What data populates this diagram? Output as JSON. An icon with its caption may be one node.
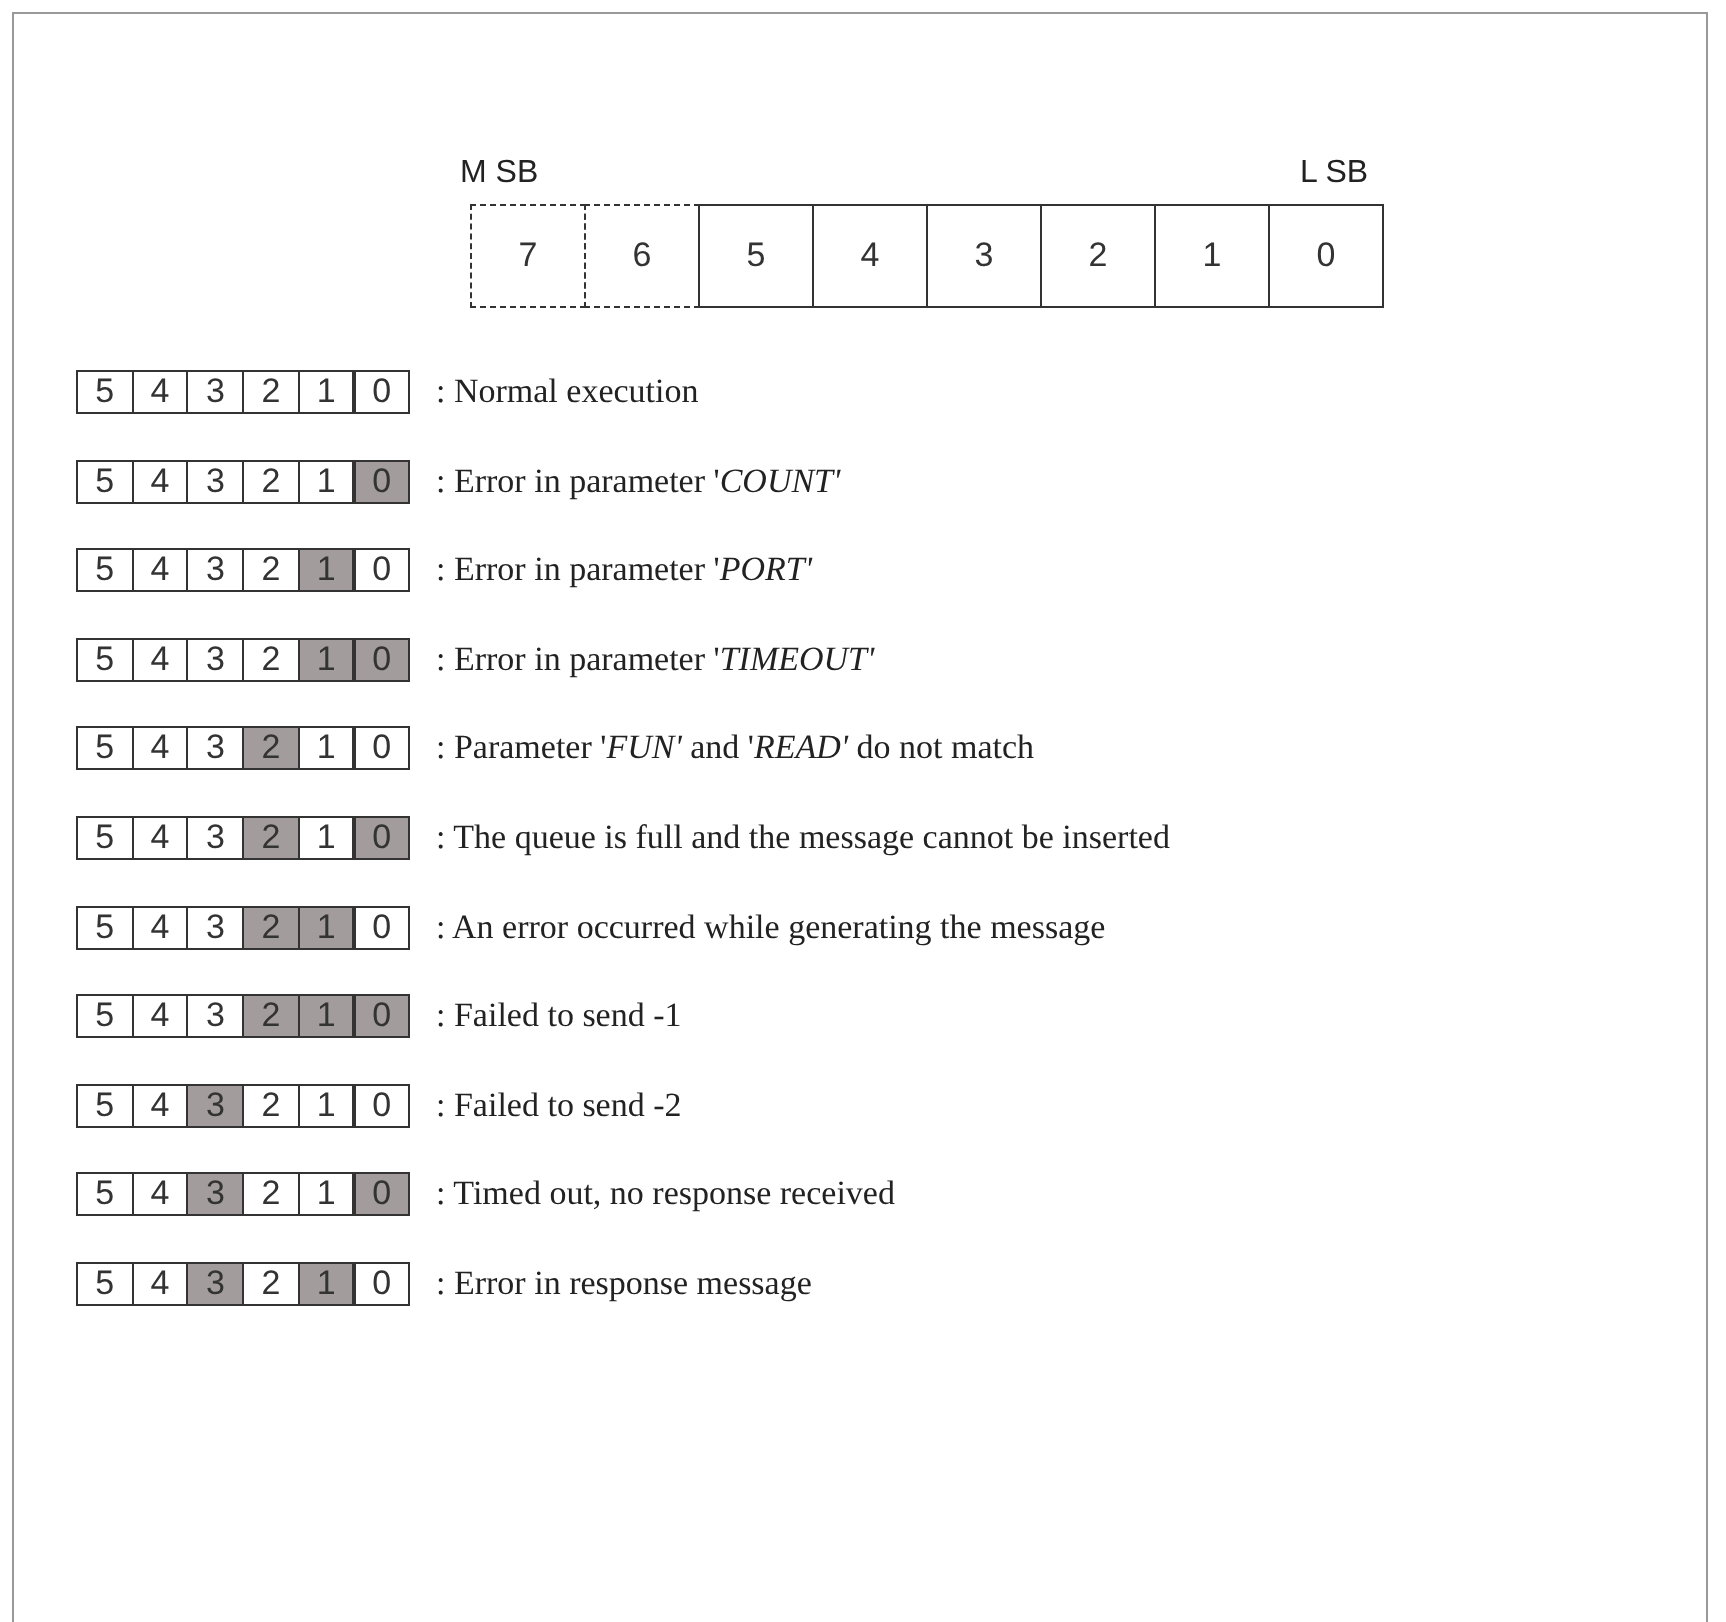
{
  "diagram": {
    "nodes": [
      {
        "text": [
          "7"
        ]
      },
      {
        "text": [
          "6"
        ]
      },
      {
        "text": [
          "5"
        ]
      },
      {
        "text": [
          "4"
        ]
      },
      {
        "text": [
          "3"
        ]
      },
      {
        "text": [
          "2"
        ]
      },
      {
        "text": [
          "1"
        ]
      },
      {
        "text": [
          "0"
        ]
      },
      {
        "text": [
          "5"
        ]
      },
      {
        "text": [
          "4"
        ]
      },
      {
        "text": [
          "3"
        ]
      },
      {
        "text": [
          "2"
        ]
      },
      {
        "text": [
          "1"
        ]
      },
      {
        "text": [
          "0"
        ]
      },
      {
        "text": [
          "5"
        ]
      },
      {
        "text": [
          "4"
        ]
      },
      {
        "text": [
          "3"
        ]
      },
      {
        "text": [
          "2"
        ]
      },
      {
        "text": [
          "1"
        ]
      },
      {
        "text": [
          "0"
        ]
      },
      {
        "text": [
          "5"
        ]
      },
      {
        "text": [
          "4"
        ]
      },
      {
        "text": [
          "3"
        ]
      },
      {
        "text": [
          "2"
        ]
      },
      {
        "text": [
          "1"
        ]
      },
      {
        "text": [
          "0"
        ]
      },
      {
        "text": [
          "5"
        ]
      },
      {
        "text": [
          "4"
        ]
      },
      {
        "text": [
          "3"
        ]
      },
      {
        "text": [
          "2"
        ]
      },
      {
        "text": [
          "1"
        ]
      },
      {
        "text": [
          "0"
        ]
      },
      {
        "text": [
          "5"
        ]
      },
      {
        "text": [
          "4"
        ]
      },
      {
        "text": [
          "3"
        ]
      },
      {
        "text": [
          "2"
        ]
      },
      {
        "text": [
          "1"
        ]
      },
      {
        "text": [
          "0"
        ]
      },
      {
        "text": [
          "5"
        ]
      },
      {
        "text": [
          "4"
        ]
      },
      {
        "text": [
          "3"
        ]
      },
      {
        "text": [
          "2"
        ]
      },
      {
        "text": [
          "1"
        ]
      },
      {
        "text": [
          "0"
        ]
      },
      {
        "text": [
          "5"
        ]
      },
      {
        "text": [
          "4"
        ]
      },
      {
        "text": [
          "3"
        ]
      },
      {
        "text": [
          "2"
        ]
      },
      {
        "text": [
          "1"
        ]
      },
      {
        "text": [
          "0"
        ]
      },
      {
        "text": [
          "5"
        ]
      },
      {
        "text": [
          "4"
        ]
      },
      {
        "text": [
          "3"
        ]
      },
      {
        "text": [
          "2"
        ]
      },
      {
        "text": [
          "1"
        ]
      },
      {
        "text": [
          "0"
        ]
      },
      {
        "text": [
          "5"
        ]
      },
      {
        "text": [
          "4"
        ]
      },
      {
        "text": [
          "3"
        ]
      },
      {
        "text": [
          "2"
        ]
      },
      {
        "text": [
          "1"
        ]
      },
      {
        "text": [
          "0"
        ]
      },
      {
        "text": [
          "5"
        ]
      },
      {
        "text": [
          "4"
        ]
      },
      {
        "text": [
          "3"
        ]
      },
      {
        "text": [
          "2"
        ]
      },
      {
        "text": [
          "1"
        ]
      },
      {
        "text": [
          "0"
        ]
      },
      {
        "text": [
          "5"
        ]
      },
      {
        "text": [
          "4"
        ]
      },
      {
        "text": [
          "3"
        ]
      },
      {
        "text": [
          "2"
        ]
      },
      {
        "text": [
          "1"
        ]
      },
      {
        "text": [
          "0"
        ]
      }
    ],
    "labels": [
      "M SB",
      "L SB",
      ": Normal execution",
      ": Error in parameter '*COUNT'*",
      ": Error in parameter '*PORT'*",
      ": Error in parameter '*TIMEOUT'*",
      ": Parameter '*FUN'* and '*READ'* do not match",
      ": The queue is full and the message cannot be inserted",
      ": An error occurred while generating the message",
      ": Failed to send -1",
      ": Failed to send -2",
      ": Timed out, no response received",
      ": Error in response message"
    ]
  }
}
